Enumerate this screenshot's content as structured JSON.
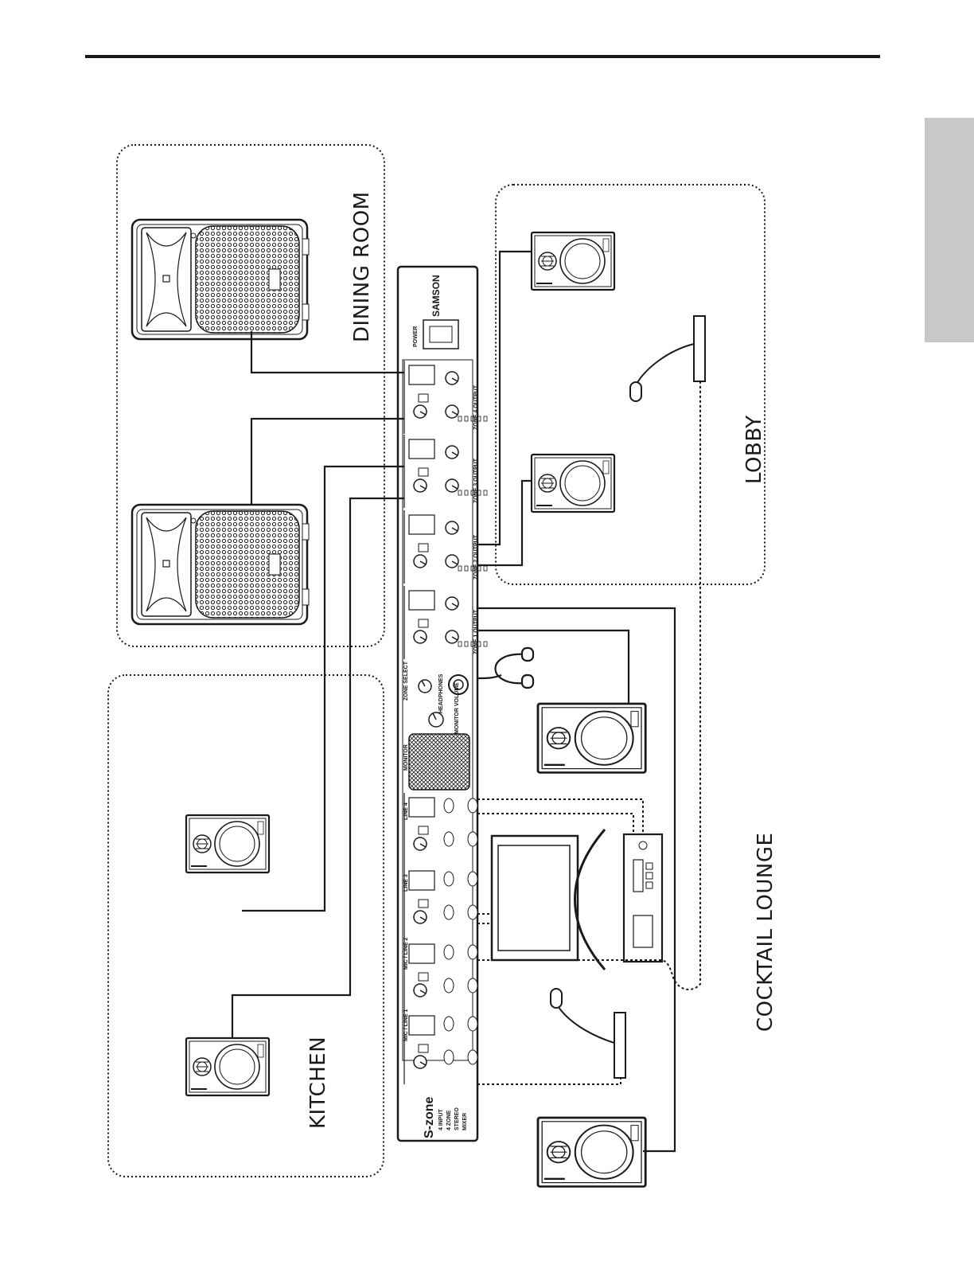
{
  "zones": {
    "dining_room": "DINING ROOM",
    "lobby": "LOBBY",
    "kitchen": "KITCHEN",
    "cocktail_lounge": "COCKTAIL LOUNGE"
  },
  "mixer": {
    "brand": "SAMSON",
    "power_label": "POWER",
    "model": "S-zone",
    "description": [
      "4 INPUT",
      "4 ZONE",
      "STEREO",
      "MIXER"
    ],
    "zone_outputs": [
      "ZONE 4 OUTPUT",
      "ZONE 3 OUTPUT",
      "ZONE 2 OUTPUT",
      "ZONE 1 OUTPUT"
    ],
    "zone_select": "ZONE SELECT",
    "headphones": "HEADPHONES",
    "monitor_volume": "MONITOR VOLUME",
    "monitor": "MONITOR",
    "inputs": [
      "LINE 4",
      "LINE 3",
      "MIC / LINE 2",
      "MIC / LINE 1"
    ]
  },
  "colors": {
    "ink": "#1a1a1a",
    "tab": "#c8c8c8"
  }
}
